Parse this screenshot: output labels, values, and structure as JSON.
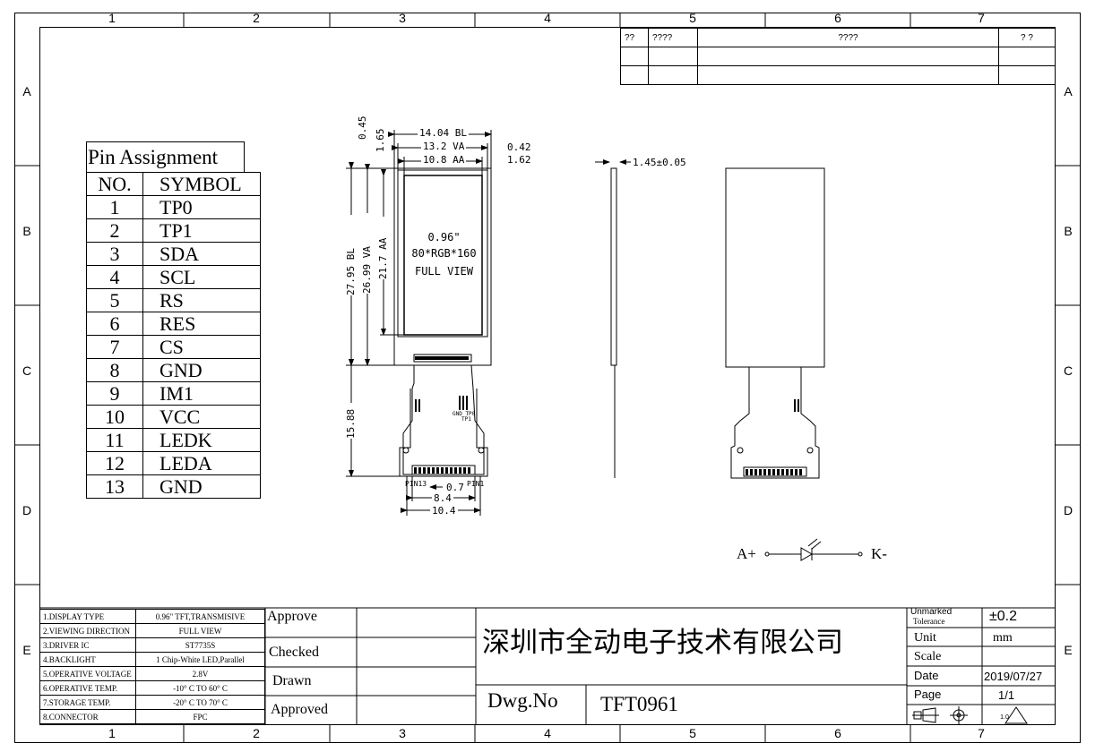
{
  "zones": {
    "columns": [
      "1",
      "2",
      "3",
      "4",
      "5",
      "6",
      "7"
    ],
    "rows": [
      "A",
      "B",
      "C",
      "D",
      "E"
    ]
  },
  "revision_table": {
    "header": [
      "??",
      "????",
      "????",
      "? ?"
    ]
  },
  "pin_table": {
    "title": "Pin Assignment",
    "col_no": "NO.",
    "col_symbol": "SYMBOL",
    "rows": [
      {
        "no": "1",
        "symbol": "TP0"
      },
      {
        "no": "2",
        "symbol": "TP1"
      },
      {
        "no": "3",
        "symbol": "SDA"
      },
      {
        "no": "4",
        "symbol": "SCL"
      },
      {
        "no": "5",
        "symbol": "RS"
      },
      {
        "no": "6",
        "symbol": "RES"
      },
      {
        "no": "7",
        "symbol": "CS"
      },
      {
        "no": "8",
        "symbol": "GND"
      },
      {
        "no": "9",
        "symbol": "IM1"
      },
      {
        "no": "10",
        "symbol": "VCC"
      },
      {
        "no": "11",
        "symbol": "LEDK"
      },
      {
        "no": "12",
        "symbol": "LEDA"
      },
      {
        "no": "13",
        "symbol": "GND"
      }
    ]
  },
  "front_view": {
    "bl_width": "14.04  BL",
    "va_width": "13.2  VA",
    "aa_width": "10.8  AA",
    "left_045": "0.45",
    "left_165": "1.65",
    "right_042": "0.42",
    "right_162": "1.62",
    "bl_height": "27.95  BL",
    "va_height": "26.99  VA",
    "aa_height": "21.7  AA",
    "fpc_length": "15.88",
    "screen_line1": "0.96\"",
    "screen_line2": "80*RGB*160",
    "screen_line3": "FULL VIEW",
    "gnd_tp0": "GND TP0",
    "tp1": "TP1",
    "pin13": "PIN13",
    "pin1": "PIN1",
    "pitch": "0.7",
    "pins_span": "8.4",
    "conn_width": "10.4"
  },
  "side_view": {
    "thickness": "1.45±0.05"
  },
  "backlight": {
    "anode": "A+",
    "cathode": "K-"
  },
  "spec_table": [
    {
      "label": "1.DISPLAY TYPE",
      "value": "0.96\" TFT,TRANSMISIVE"
    },
    {
      "label": "2.VIEWING DIRECTION",
      "value": "FULL VIEW"
    },
    {
      "label": "3.DRIVER IC",
      "value": "ST7735S"
    },
    {
      "label": "4.BACKLIGHT",
      "value": "1 Chip-White LED,Parallel"
    },
    {
      "label": "5.OPERATIVE VOLTAGE",
      "value": "2.8V"
    },
    {
      "label": "6.OPERATIVE TEMP.",
      "value": "-10° C TO 60° C"
    },
    {
      "label": "7.STORAGE TEMP.",
      "value": "-20° C TO 70° C"
    },
    {
      "label": "8.CONNECTOR",
      "value": "FPC"
    }
  ],
  "approval": [
    "Approve",
    "Checked",
    "Drawn",
    "Approved"
  ],
  "company": "深圳市全动电子技术有限公司",
  "dwg_no_label": "Dwg.No",
  "dwg_no": "TFT0961",
  "title_block": {
    "unmarked": "Unmarked",
    "tolerance_label": "Tolerance",
    "tolerance": "±0.2",
    "unit_label": "Unit",
    "unit": "mm",
    "scale_label": "Scale",
    "scale": "",
    "date_label": "Date",
    "date": "2019/07/27",
    "page_label": "Page",
    "page": "1/1",
    "version": "1.0"
  }
}
